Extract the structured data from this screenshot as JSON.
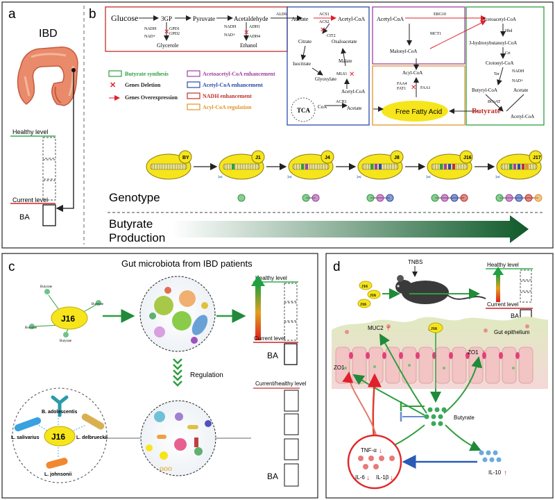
{
  "panel_a": {
    "letter": "a",
    "title": "IBD",
    "healthy_label": "Healthy level",
    "current_label": "Current level",
    "ba_label": "BA"
  },
  "panel_b": {
    "letter": "b",
    "pathway": {
      "glucose": "Glucose",
      "g3p": "3GP",
      "pyruvate": "Pyruvate",
      "acetaldehyde": "Acetaldehyde",
      "ald6": "ALD6",
      "nadh1": "NADH",
      "nad1": "NAD+",
      "gpd1": "GPD1",
      "gpd2": "GPD2",
      "glycerole": "Glycerole",
      "nadh2": "NADH",
      "nad2": "NAD+",
      "adh1": "ADH1",
      "adh4": "ADH4",
      "ethanol": "Ethanol",
      "acetate": "Acetate",
      "acs1": "ACS1",
      "acs2": "ACS2",
      "acetylcoa1": "Acetyl-CoA",
      "cit2": "CIT2",
      "citrate": "Citrate",
      "oxaloacetate": "Oxaloacetate",
      "isocitrate": "Isocitrate",
      "malate": "Malate",
      "mls1": "MLS1",
      "glyoxylate": "Glyoxylate",
      "acetylcoa2": "Acetyl-CoA",
      "tca": "TCA",
      "coa": "CoA",
      "ach1": "ACH1",
      "acetate2": "Acetate",
      "acetylcoa3": "Acetyl-CoA",
      "erg10": "ERG10",
      "mct1": "MCT1",
      "malonylcoa": "Malonyl-CoA",
      "acylcoa": "Acyl-CoA",
      "faa4": "FAA4",
      "fat1": "FAT1",
      "faa1": "FAA1",
      "ffa": "Free Fatty Acid",
      "acetoacetylcoa": "Acetoacetyl-CoA",
      "hbd": "Hbd",
      "hydroxy": "3-hydroxybutanoyl-CoA",
      "crt": "Crt",
      "crotonylcoa": "Crotonyl-CoA",
      "ter": "Ter",
      "nadh3": "NADH",
      "nad3": "NAD+",
      "butyrylcoa": "Butyryl-CoA",
      "acetate3": "Acetate",
      "bcoat": "BCoAT",
      "butyrate": "Butyrate",
      "acetylcoa4": "Acetyl-CoA"
    },
    "legend": [
      {
        "label": "Butyrate synthesis",
        "color": "#2e9e3e"
      },
      {
        "label": "Acetoacetyl-CoA enhancement",
        "color": "#a040a0"
      },
      {
        "label": "Acetyl-CoA enhancement",
        "color": "#2a4aa8"
      },
      {
        "label": "NADH enhancement",
        "color": "#c0302a"
      },
      {
        "label": "Acyl-CoA regulation",
        "color": "#e0962a"
      }
    ],
    "gene_deletion": "Genes Deletion",
    "gene_overexpression": "Genes Overexpression",
    "strains": [
      "BY",
      "J1",
      "J4",
      "J8",
      "J16",
      "J17"
    ],
    "genotype_label": "Genotype",
    "butyrate_label": "Butyrate",
    "production_label": "Production",
    "colors": {
      "green": "#2e9e3e",
      "purple": "#a040a0",
      "blue": "#2a4aa8",
      "red": "#c0302a",
      "orange": "#e0962a",
      "yellow": "#f6e51b"
    }
  },
  "panel_c": {
    "letter": "c",
    "title": "Gut microbiota from IBD patients",
    "strain": "J16",
    "butyrate_small": [
      "Butyrate",
      "Butyrate",
      "Butyrate",
      "Butyrate"
    ],
    "healthy_label": "Healthy level",
    "current_label": "Current level",
    "ba_label": "BA",
    "regulation_label": "Regulation",
    "current_healthy_label": "Current/healthy level",
    "ba_label2": "BA",
    "bacteria": [
      "B. adolescentis",
      "L. salivarius",
      "L. delbrueckii",
      "L. johnsonii"
    ]
  },
  "panel_d": {
    "letter": "d",
    "tnbs": "TNBS",
    "strains": [
      "J16",
      "J16",
      "J16"
    ],
    "healthy_label": "Healthy level",
    "current_label": "Current level",
    "ba_label": "BA",
    "j16_label": "J16",
    "muc2": "MUC2",
    "gut_epithelium": "Gut epithelium",
    "zo1_left": "ZO1",
    "zo1_right": "ZO1",
    "butyrate": "Butyrate",
    "tnf": "TNF-α",
    "il6": "IL-6",
    "il1b": "IL-1β",
    "il10": "IL-10"
  }
}
